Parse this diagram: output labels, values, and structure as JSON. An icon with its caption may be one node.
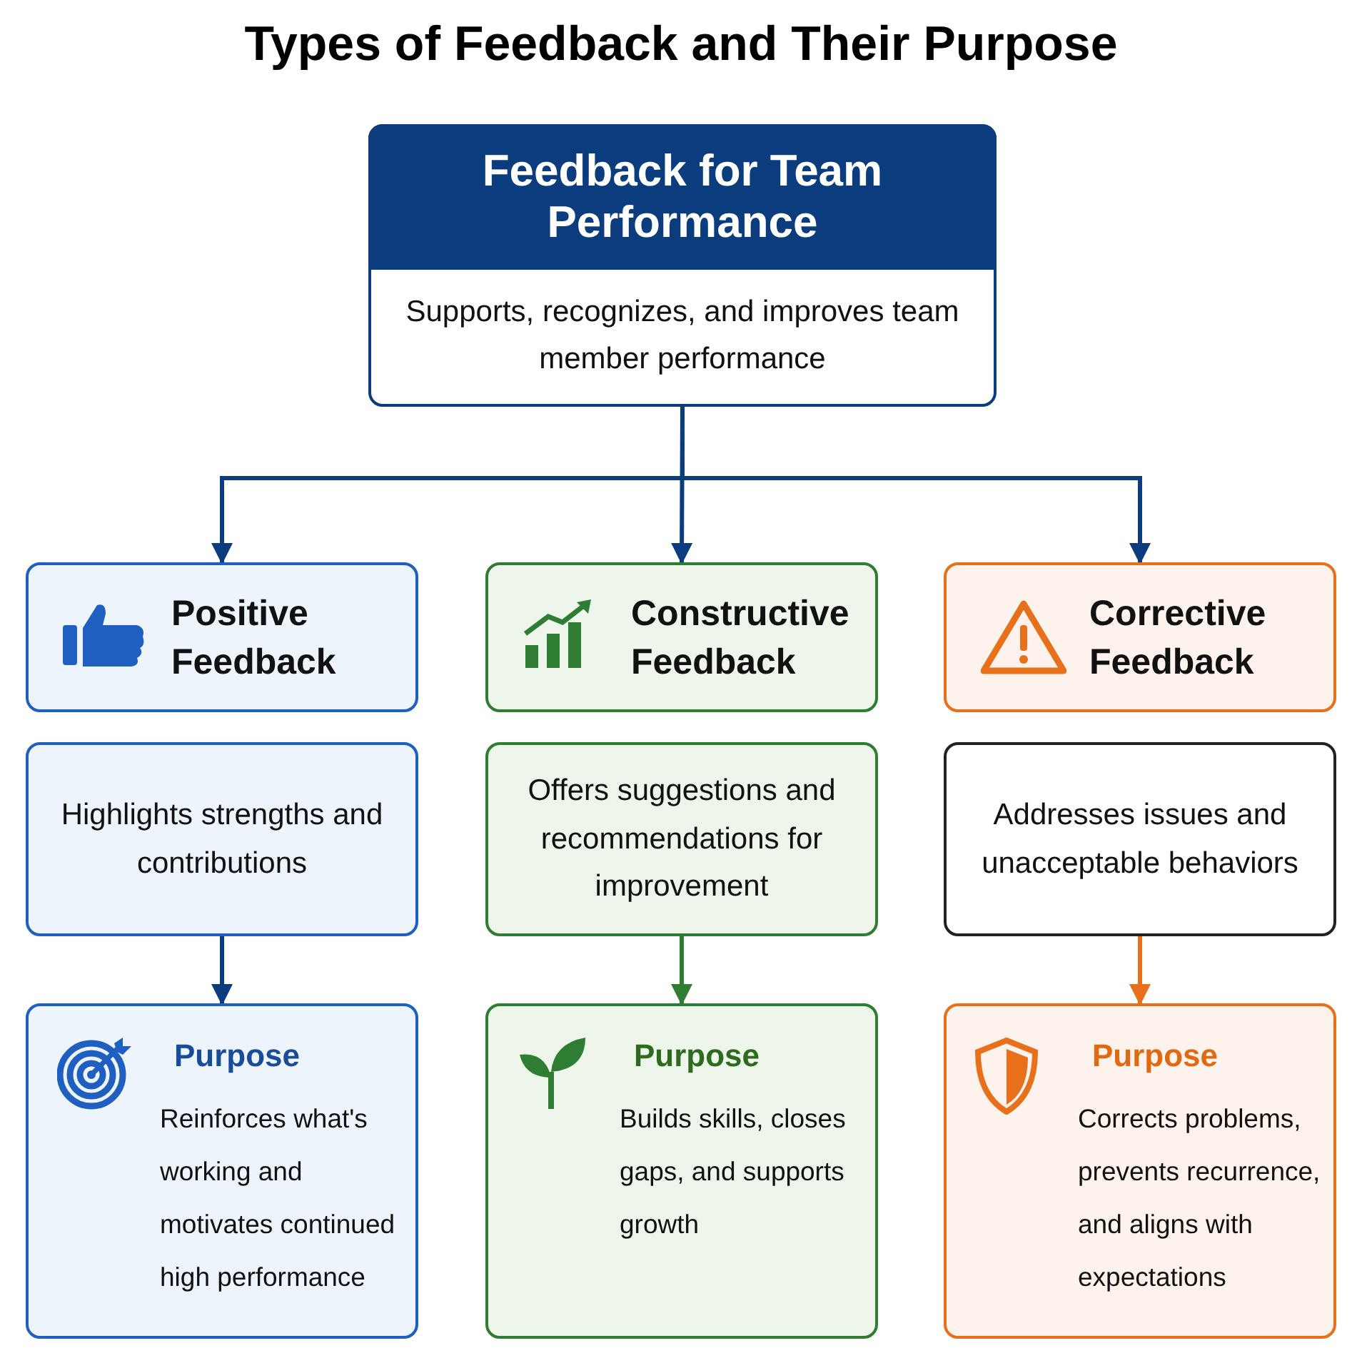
{
  "diagram": {
    "title": "Types of Feedback and Their Purpose",
    "nodes": [
      {
        "text": [
          "Feedback for Team Performance",
          "Supports, recognizes, and improves team member performance"
        ]
      },
      {
        "text": [
          "Positive Feedback"
        ]
      },
      {
        "text": [
          "Constructive Feedback"
        ]
      },
      {
        "text": [
          "Corrective Feedback"
        ]
      },
      {
        "text": [
          "Highlights strengths and contributions"
        ]
      },
      {
        "text": [
          "Offers suggestions and recommendations for improvement"
        ]
      },
      {
        "text": [
          "Addresses issues and unacceptable behaviors"
        ]
      },
      {
        "text": [
          "Purpose",
          "Reinforces what's working and motivates continued high performance"
        ]
      },
      {
        "text": [
          "Purpose",
          "Builds skills, closes gaps, and supports growth"
        ]
      },
      {
        "text": [
          "Purpose",
          "Corrects problems, prevents recurrence, and aligns with expectations"
        ]
      }
    ],
    "edges": [
      {
        "from": 0,
        "to": 1,
        "arrow": "to"
      },
      {
        "from": 0,
        "to": 2,
        "arrow": "to"
      },
      {
        "from": 0,
        "to": 3,
        "arrow": "to"
      },
      {
        "from": 4,
        "to": 7,
        "arrow": "to"
      },
      {
        "from": 5,
        "to": 8,
        "arrow": "to",
        "color": "#2e7d32"
      },
      {
        "from": 6,
        "to": 9,
        "arrow": "to",
        "color": "#e8701a"
      }
    ]
  }
}
